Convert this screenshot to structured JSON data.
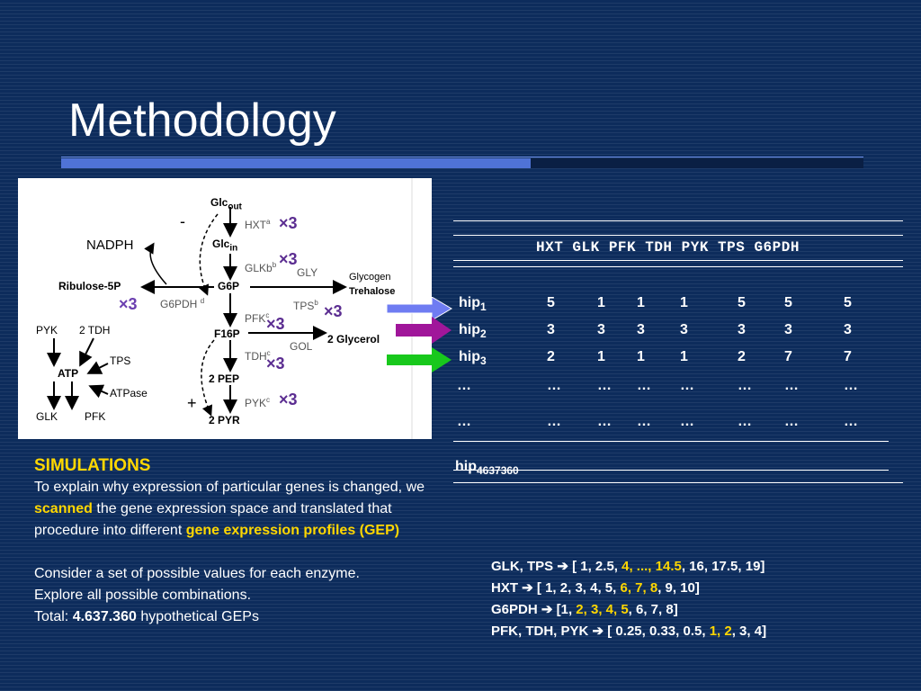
{
  "title": "Methodology",
  "diagram": {
    "glc_out": "Glc",
    "glc_out_sub": "out",
    "glc_in": "Glc",
    "glc_in_sub": "in",
    "g6p": "G6P",
    "f16p": "F16P",
    "pep": "2 PEP",
    "pyr": "2 PYR",
    "nadph": "NADPH",
    "ribulose": "Ribulose-5P",
    "glycogen": "Glycogen",
    "trehalose": "Trehalose",
    "glycerol": "2 Glycerol",
    "gly": "GLY",
    "gol": "GOL",
    "hxt": "HXT",
    "hxt_sup": "a",
    "glk": "GLKb",
    "glk_sup": "b",
    "g6pdh": "G6PDH",
    "g6pdh_sup": "d",
    "tps": "TPS",
    "tps_sup": "b",
    "pfk": "PFK",
    "pfk_sup": "c",
    "tdh": "TDH",
    "tdh_sup": "c",
    "pyk": "PYK",
    "pyk_sup": "c",
    "minus": "-",
    "plus": "+",
    "legend_pyk": "PYK",
    "legend_2tdh": "2 TDH",
    "legend_tps": "TPS",
    "legend_atp": "ATP",
    "legend_atpase": "ATPase",
    "legend_glk": "GLK",
    "legend_pfk": "PFK",
    "x3": "×3"
  },
  "simulations": {
    "heading": "SIMULATIONS",
    "p1_a": "To explain why expression of particular genes is changed,  we ",
    "p1_hl": "scanned",
    "p1_b": " the gene expression space and translated that procedure into different ",
    "p1_hl2": "gene expression profiles (GEP)",
    "p2": "Consider a set of possible values  for each enzyme.",
    "p3": "Explore all possible combinations.",
    "p4_a": "Total: ",
    "p4_b": "4.637.360",
    "p4_c": " hypothetical GEPs"
  },
  "table": {
    "header": "HXT GLK PFK TDH PYK TPS G6PDH",
    "rows": [
      {
        "label": "hip",
        "sub": "1",
        "values": [
          "5",
          "1",
          "1",
          "1",
          "5",
          "5",
          "5"
        ]
      },
      {
        "label": "hip",
        "sub": "2",
        "values": [
          "3",
          "3",
          "3",
          "3",
          "3",
          "3",
          "3"
        ]
      },
      {
        "label": "hip",
        "sub": "3",
        "values": [
          "2",
          "1",
          "1",
          "1",
          "2",
          "7",
          "7"
        ]
      }
    ],
    "ellipsis": "…",
    "last_label": "hip",
    "last_sub": "4637360"
  },
  "ranges": [
    {
      "label": "GLK, TPS",
      "pre": "[ 1, 2.5, ",
      "hl": "4, ..., 14.5",
      "post": ", 16, 17.5, 19]"
    },
    {
      "label": "HXT",
      "pre": "[ 1, 2, 3, 4, 5, ",
      "hl": "6, 7, 8",
      "post": ", 9, 10]"
    },
    {
      "label": "G6PDH",
      "pre": "[1, ",
      "hl": "2, 3, 4, 5",
      "post": ", 6, 7, 8]"
    },
    {
      "label": "PFK, TDH, PYK",
      "pre": "[ 0.25, 0.33, 0.5, ",
      "hl": "1, 2",
      "post": ", 3, 4]"
    }
  ],
  "colors": {
    "arrow1": "#6f7cf2",
    "arrow2": "#a0169a",
    "arrow3": "#18c81c",
    "highlight": "#ffd700"
  }
}
